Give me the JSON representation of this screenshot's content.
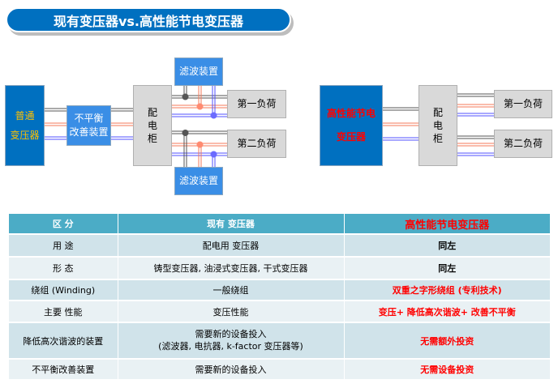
{
  "title": "现有变压器vs.高性能节电变压器",
  "left_diagram": {
    "transformer": [
      "普通",
      "变压器"
    ],
    "unbalance_device": [
      "不平衡",
      "改善装置"
    ],
    "cabinet": [
      "配",
      "电",
      "柜"
    ],
    "filter_top": "滤波装置",
    "filter_bottom": "滤波装置",
    "load1": "第一负荷",
    "load2": "第二负荷"
  },
  "right_diagram": {
    "transformer": [
      "高性能节电",
      "变压器"
    ],
    "cabinet": [
      "配",
      "电",
      "柜"
    ],
    "load1": "第一负荷",
    "load2": "第二负荷"
  },
  "table": {
    "headers": [
      "区 分",
      "现有 变压器",
      "高性能节电变压器"
    ],
    "rows": [
      [
        "用 途",
        "配电用 变压器",
        "同左"
      ],
      [
        "形 态",
        "铸型变压器, 油浸式变压器,  干式变压器",
        "同左"
      ],
      [
        "绕组 (Winding)",
        "一般绕组",
        "双重之字形绕组 (专利技术)"
      ],
      [
        "主要 性能",
        "变压性能",
        "变压+ 降低高次谐波+ 改善不平衡"
      ],
      [
        "降低高次谐波的装置",
        "需要新的设备投入\n(滤波器, 电抗器, k-factor  变压器等)",
        "无需额外投资"
      ],
      [
        "不平衡改善装置",
        "需要新的设备投入",
        "无需设备投资"
      ]
    ]
  },
  "colors": {
    "brand": "#0070c0",
    "header": "#4bacc6",
    "highlight": "#ff0000",
    "transformer_text": "#ffc000"
  }
}
